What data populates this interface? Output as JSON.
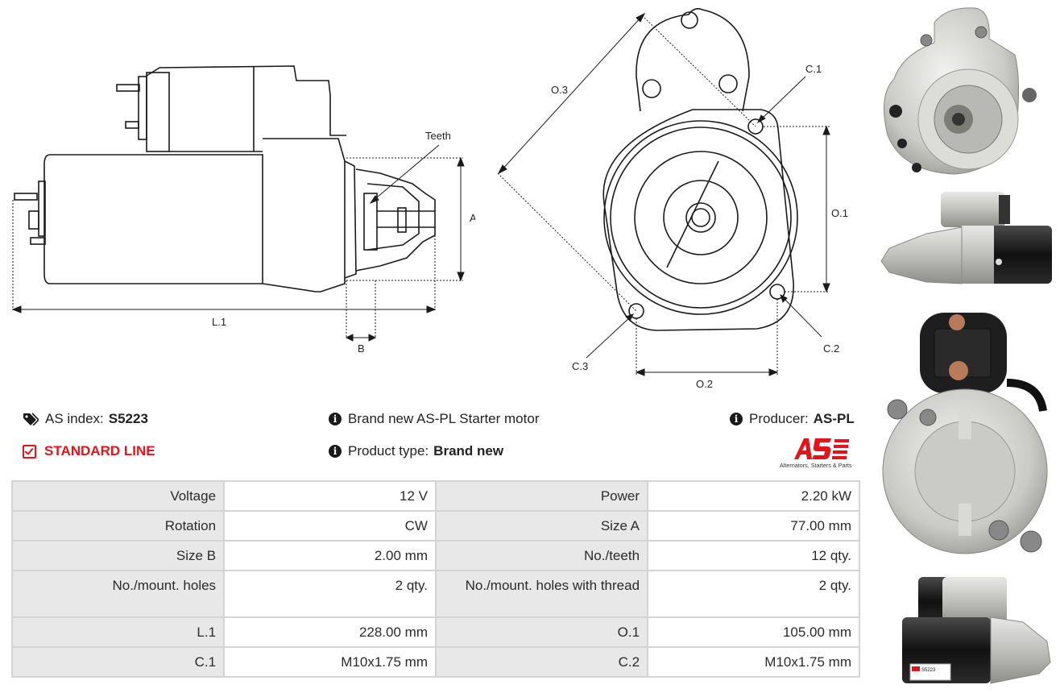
{
  "drawing": {
    "labels": {
      "teeth": "Teeth",
      "a": "A",
      "b": "B",
      "l1": "L.1",
      "o1": "O.1",
      "o2": "O.2",
      "o3": "O.3",
      "c1": "C.1",
      "c2": "C.2",
      "c3": "C.3"
    }
  },
  "info": {
    "as_index_label": "AS index:",
    "as_index_value": "S5223",
    "standard_line": "STANDARD LINE",
    "description": "Brand new AS-PL Starter motor",
    "product_type_label": "Product type:",
    "product_type_value": "Brand new",
    "producer_label": "Producer:",
    "producer_value": "AS-PL"
  },
  "logo": {
    "mark": "AS",
    "tagline": "Alternators, Starters & Parts",
    "color": "#e3141b"
  },
  "specs": [
    {
      "k1": "Voltage",
      "v1": "12 V",
      "k2": "Power",
      "v2": "2.20 kW"
    },
    {
      "k1": "Rotation",
      "v1": "CW",
      "k2": "Size A",
      "v2": "77.00 mm"
    },
    {
      "k1": "Size B",
      "v1": "2.00 mm",
      "k2": "No./teeth",
      "v2": "12 qty."
    },
    {
      "k1": "No./mount. holes",
      "v1": "2 qty.",
      "k2": "No./mount. holes with thread",
      "v2": "2 qty."
    },
    {
      "k1": "L.1",
      "v1": "228.00 mm",
      "k2": "O.1",
      "v2": "105.00 mm"
    },
    {
      "k1": "C.1",
      "v1": "M10x1.75 mm",
      "k2": "C.2",
      "v2": "M10x1.75 mm"
    }
  ],
  "photos": {
    "label_text": "S5223"
  }
}
